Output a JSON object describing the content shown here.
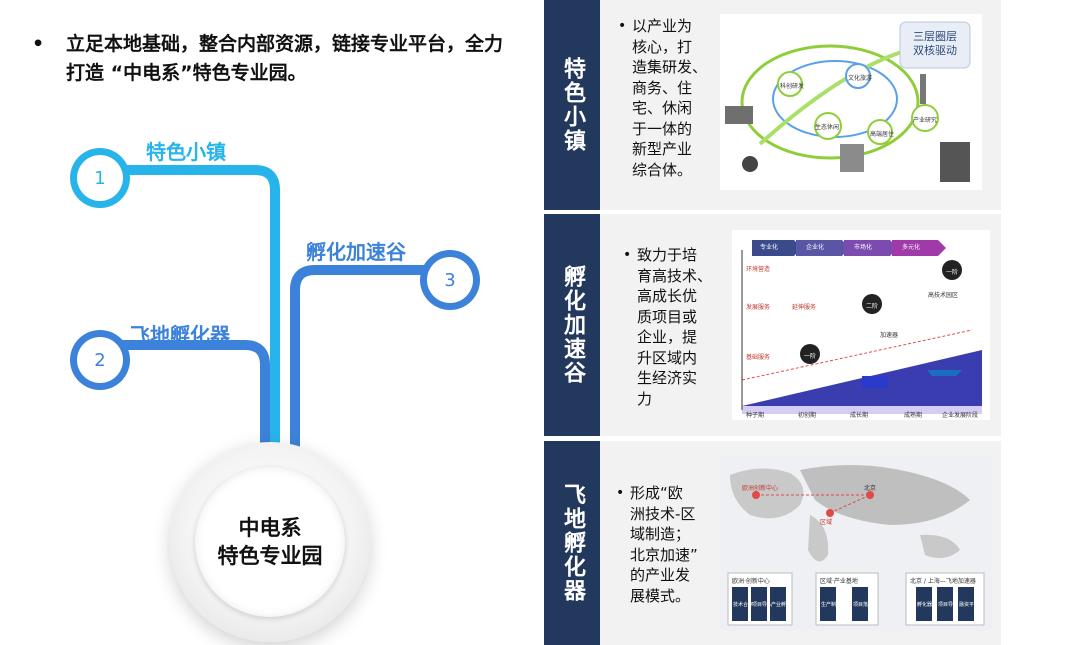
{
  "headline": {
    "bullet": "•",
    "text": "立足本地基础，整合内部资源，链接专业平台，全力打造 “中电系”特色专业园。"
  },
  "diagram": {
    "center_line1": "中电系",
    "center_line2": "特色专业园",
    "branches": [
      {
        "number": "1",
        "label": "特色小镇",
        "color": "#27b4ea"
      },
      {
        "number": "2",
        "label": "飞地孵化器",
        "color": "#3f7fd6"
      },
      {
        "number": "3",
        "label": "孵化加速谷",
        "color": "#3f7fd6"
      }
    ]
  },
  "panels": [
    {
      "tag": "特色小镇",
      "bullet": "•",
      "text_lines": [
        "以产业为",
        "核心，打",
        "造集研发、",
        "商务、住",
        "宅、休闲",
        "于一体的",
        "新型产业",
        "综合体。"
      ],
      "figure": {
        "badge_line1": "三层圈层",
        "badge_line2": "双核驱动",
        "nodes": [
          "生态休闲",
          "文化旅游",
          "科创研发",
          "高端居住",
          "产业研究"
        ]
      }
    },
    {
      "tag": "孵化加速谷",
      "bullet": "•",
      "text_lines": [
        "致力于培",
        "育高技术、",
        "高成长优",
        "质项目或",
        "企业，提",
        "升区域内",
        "生经济实",
        "力"
      ],
      "figure": {
        "stages": [
          "专业化",
          "企业化",
          "市场化",
          "多元化"
        ],
        "phases": [
          "种子期",
          "初创期",
          "成长期",
          "成熟期",
          "企业发展阶段"
        ],
        "steps": [
          "一阶",
          "二阶",
          "一阶"
        ],
        "labels": [
          "环境营造",
          "发展服务",
          "基础服务",
          "延伸服务",
          "加速器",
          "高技术园区"
        ]
      }
    },
    {
      "tag": "飞地孵化器",
      "bullet": "•",
      "text_lines": [
        "形成“欧",
        "洲技术-区",
        "域制造；",
        "北京加速”",
        "的产业发",
        "展模式。"
      ],
      "figure": {
        "map_labels": [
          "欧洲创新中心",
          "北京",
          "区域"
        ],
        "boxes": [
          {
            "title": "欧洲·创新中心",
            "cells": [
              "技术合作",
              "项目导入",
              "产业孵化"
            ]
          },
          {
            "title": "区域·产业基地",
            "cells": [
              "生产制造",
              "项目落地"
            ]
          },
          {
            "title": "北京 / 上海—飞地加速器",
            "cells": [
              "孵化器",
              "项目导入",
              "融资平台"
            ]
          }
        ]
      }
    }
  ]
}
